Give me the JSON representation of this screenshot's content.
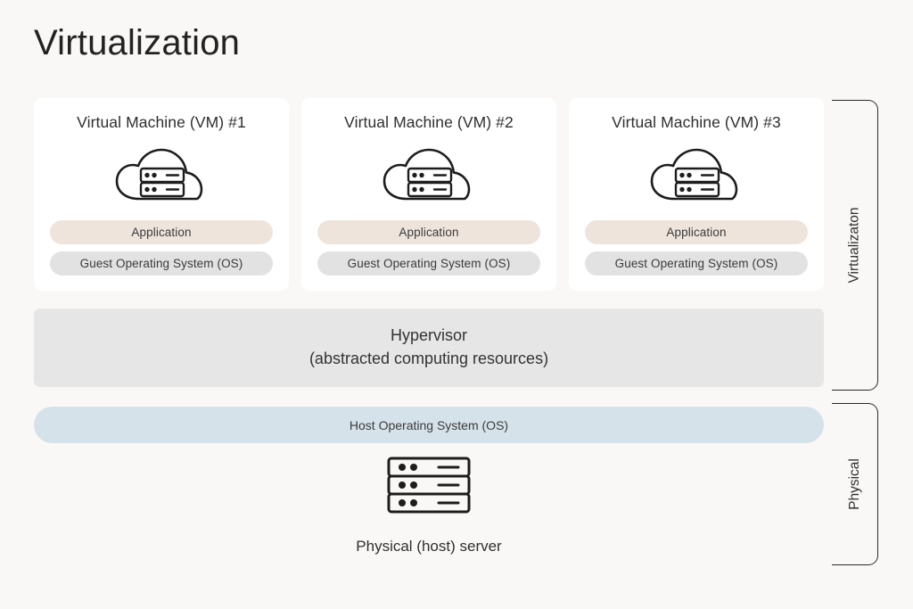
{
  "page": {
    "title": "Virtualization",
    "background_color": "#faf8f6"
  },
  "colors": {
    "card": "#ffffff",
    "application_pill": "#efe4dc",
    "guest_os_pill": "#e2e2e2",
    "hypervisor_band": "#e6e6e6",
    "host_os_bar": "#d6e2ea",
    "bracket_line": "#2a2a2a",
    "text": "#2f2f2f"
  },
  "vms": [
    {
      "title": "Virtual Machine (VM) #1",
      "icon": "cloud-server-icon",
      "application_label": "Application",
      "guest_os_label": "Guest Operating System (OS)"
    },
    {
      "title": "Virtual Machine (VM) #2",
      "icon": "cloud-server-icon",
      "application_label": "Application",
      "guest_os_label": "Guest Operating System (OS)"
    },
    {
      "title": "Virtual Machine (VM) #3",
      "icon": "cloud-server-icon",
      "application_label": "Application",
      "guest_os_label": "Guest Operating System (OS)"
    }
  ],
  "hypervisor": {
    "line1": "Hypervisor",
    "line2": "(abstracted computing resources)"
  },
  "host_os": {
    "label": "Host Operating System (OS)"
  },
  "physical_server": {
    "icon": "server-rack-icon",
    "caption": "Physical (host) server"
  },
  "brackets": [
    {
      "label": "Virtualizaton"
    },
    {
      "label": "Physical"
    }
  ]
}
